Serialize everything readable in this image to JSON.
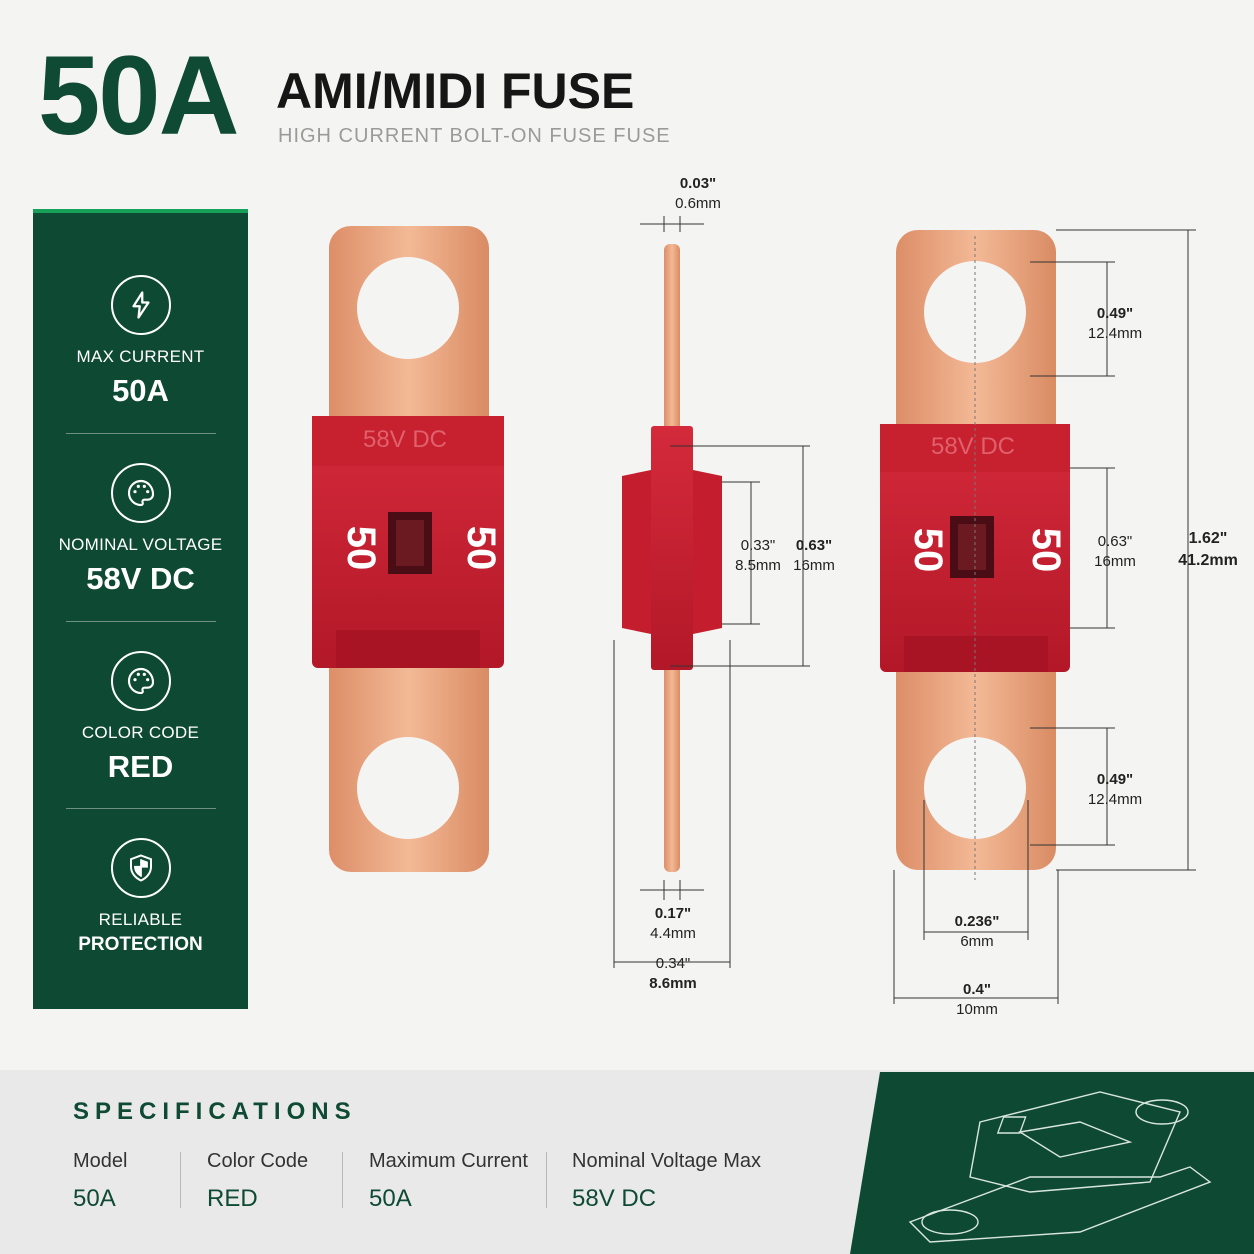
{
  "header": {
    "amp": "50A",
    "title": "AMI/MIDI FUSE",
    "subtitle": "HIGH CURRENT BOLT-ON FUSE FUSE"
  },
  "features": [
    {
      "label": "MAX CURRENT",
      "value": "50A",
      "icon": "lightning-icon"
    },
    {
      "label": "NOMINAL VOLTAGE",
      "value": "58V DC",
      "icon": "palette-icon"
    },
    {
      "label": "COLOR CODE",
      "value": "RED",
      "icon": "palette-icon"
    },
    {
      "label": "RELIABLE",
      "value": "PROTECTION",
      "icon": "shield-icon"
    }
  ],
  "fuse": {
    "body_text": "58V DC",
    "rating": "50"
  },
  "dimensions": {
    "thickness_in": "0.03\"",
    "thickness_mm": "0.6mm",
    "inner_in": "0.33\"",
    "inner_mm": "8.5mm",
    "body_in": "0.63\"",
    "body_mm": "16mm",
    "side_in": "0.17\"",
    "side_mm": "4.4mm",
    "side_total_in": "0.34\"",
    "side_total_mm": "8.6mm",
    "hole_top_in": "0.49\"",
    "hole_top_mm": "12.4mm",
    "body_right_in": "0.63\"",
    "body_right_mm": "16mm",
    "hole_bot_in": "0.49\"",
    "hole_bot_mm": "12.4mm",
    "total_in": "1.62\"",
    "total_mm": "41.2mm",
    "hole_w_in": "0.236\"",
    "hole_w_mm": "6mm",
    "width_in": "0.4\"",
    "width_mm": "10mm"
  },
  "specs": {
    "heading": "SPECIFICATIONS",
    "columns": [
      {
        "key": "Model",
        "value": "50A"
      },
      {
        "key": "Color Code",
        "value": "RED"
      },
      {
        "key": "Maximum Current",
        "value": "50A"
      },
      {
        "key": "Nominal Voltage Max",
        "value": "58V DC"
      }
    ]
  },
  "colors": {
    "brand_green": "#0e4a33",
    "accent_green": "#17a05a",
    "fuse_red": "#c92234",
    "copper": "#e9a47d"
  }
}
